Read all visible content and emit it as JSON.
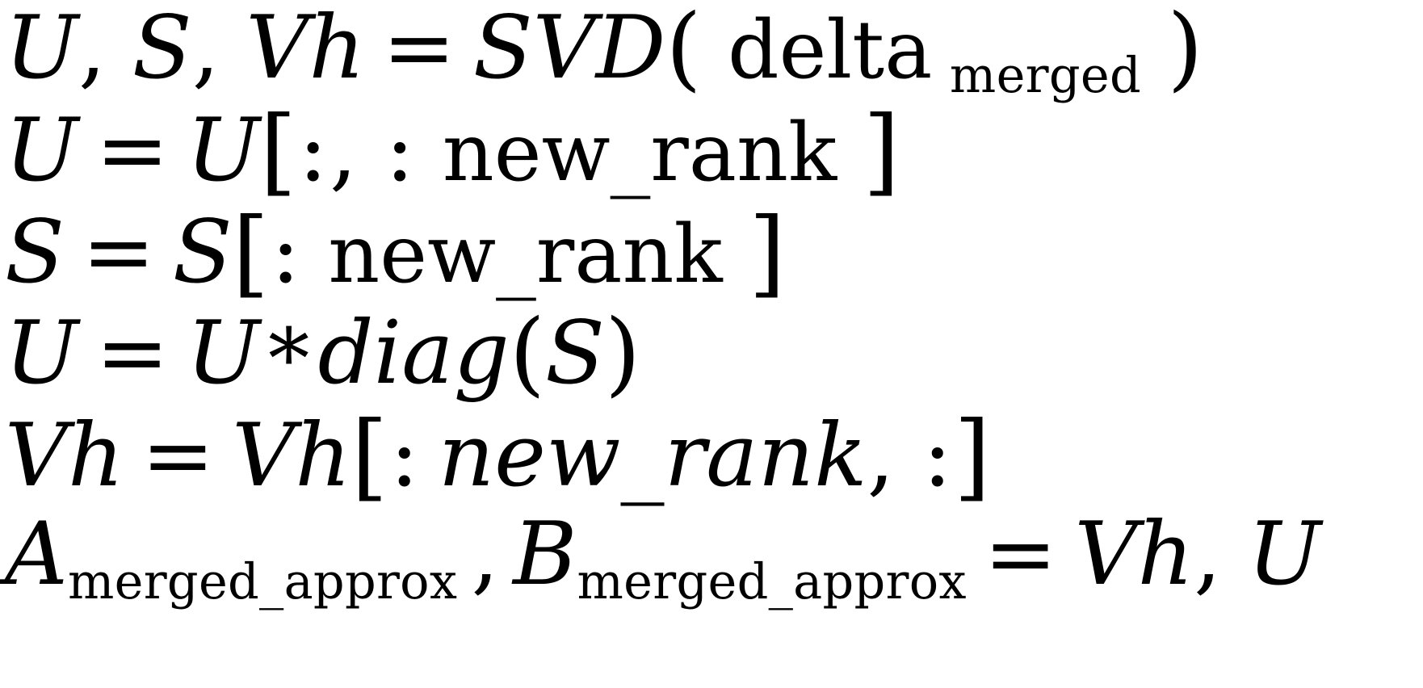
{
  "document": {
    "kind": "latex-math-display",
    "background_color": "#ffffff",
    "text_color": "#000000",
    "line_count": 6
  },
  "equations": [
    {
      "id": "svd-call",
      "plain": "U, S, Vh = SVD( delta_merged )",
      "tokens": {
        "lhs_u": "U",
        "comma1": ",",
        "lhs_s": "S",
        "comma2": ",",
        "lhs_vh": "Vh",
        "equals": "=",
        "func": "SVD",
        "open_paren": "(",
        "arg_base": "delta",
        "arg_sub": "merged",
        "close_paren": ")"
      }
    },
    {
      "id": "u-slice",
      "plain": "U = U[:, : new_rank ]",
      "tokens": {
        "lhs": "U",
        "equals": "=",
        "rhs": "U",
        "open_bracket": "[",
        "colon1": ":",
        "comma": ",",
        "colon2": ":",
        "index": "new_rank",
        "close_bracket": "]"
      }
    },
    {
      "id": "s-slice",
      "plain": "S = S[: new_rank ]",
      "tokens": {
        "lhs": "S",
        "equals": "=",
        "rhs": "S",
        "open_bracket": "[",
        "colon": ":",
        "index": "new_rank",
        "close_bracket": "]"
      }
    },
    {
      "id": "u-scale",
      "plain": "U = U * diag(S)",
      "tokens": {
        "lhs": "U",
        "equals": "=",
        "rhs": "U",
        "star": "*",
        "func": "diag",
        "open_paren": "(",
        "arg": "S",
        "close_paren": ")"
      }
    },
    {
      "id": "vh-slice",
      "plain": "Vh = Vh[: new_rank, :]",
      "tokens": {
        "lhs": "Vh",
        "equals": "=",
        "rhs": "Vh",
        "open_bracket": "[",
        "colon1": ":",
        "index": "new_rank",
        "comma": ",",
        "colon2": ":",
        "close_bracket": "]"
      }
    },
    {
      "id": "ab-assign",
      "plain": "A_merged_approx , B_merged_approx = Vh, U",
      "tokens": {
        "a_base": "A",
        "a_sub": "merged_approx",
        "comma1": ",",
        "b_base": "B",
        "b_sub": "merged_approx",
        "equals": "=",
        "rhs_vh": "Vh",
        "comma2": ",",
        "rhs_u": "U"
      }
    }
  ]
}
